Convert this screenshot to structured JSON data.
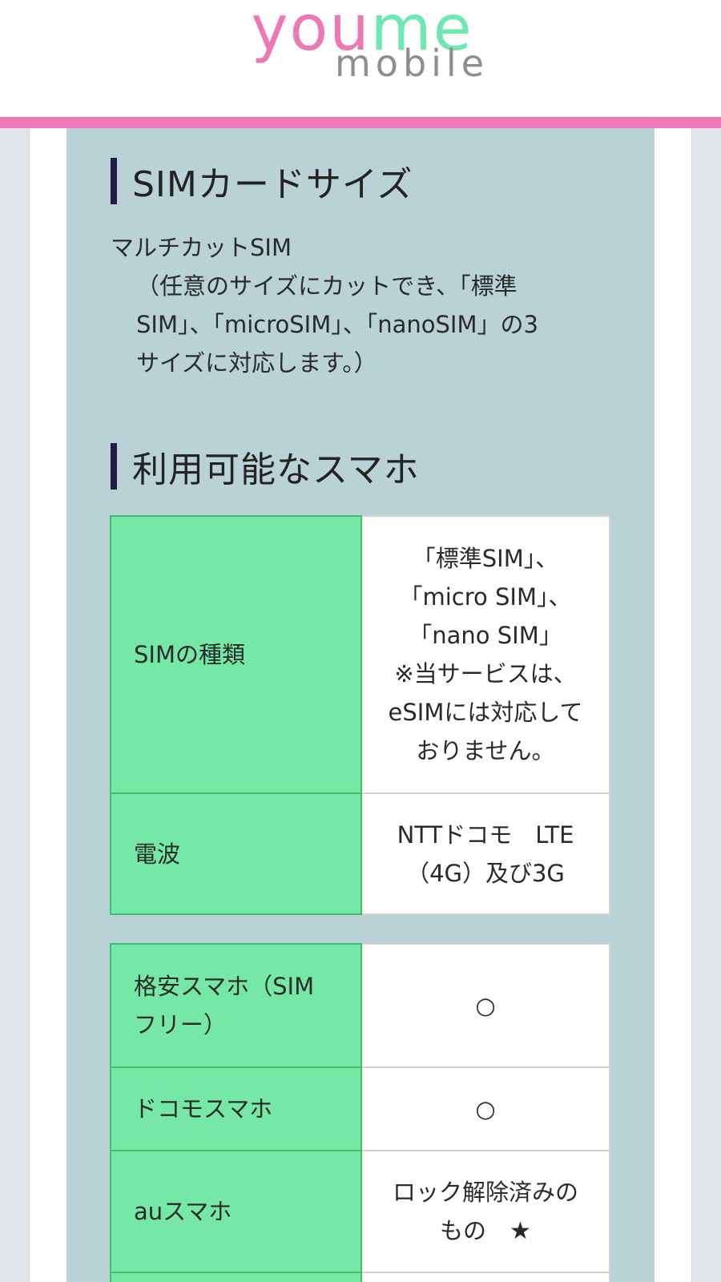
{
  "brand": {
    "logo_top": "youme",
    "logo_bottom": "mobile",
    "colors": {
      "pink": "#ee77b6",
      "green": "#6ee8b0",
      "gray": "#8e8e8e"
    }
  },
  "sim_size": {
    "title": "SIMカードサイズ",
    "line1": "マルチカットSIM",
    "line2": "（任意のサイズにカットでき、「標準",
    "line3": "SIM」、「microSIM」、「nanoSIM」の3",
    "line4": "サイズに対応します。）"
  },
  "phones": {
    "title": "利用可能なスマホ",
    "spec_table": [
      {
        "key": "SIMの種類",
        "lines": [
          "「標準SIM」、",
          "「micro SIM」、",
          "「nano SIM」",
          "※当サービスは、",
          "eSIMには対応して",
          "おりません。"
        ]
      },
      {
        "key": "電波",
        "lines": [
          "NTTドコモ　LTE",
          "（4G）及び3G"
        ]
      }
    ],
    "compat_table": [
      {
        "key_lines": [
          "格安スマホ（SIM",
          "フリー）"
        ],
        "value": "○"
      },
      {
        "key_lines": [
          "ドコモスマホ"
        ],
        "value": "○"
      },
      {
        "key_lines": [
          "auスマホ"
        ],
        "value_lines": [
          "ロック解除済みの",
          "もの　"
        ],
        "star": "★"
      }
    ]
  }
}
